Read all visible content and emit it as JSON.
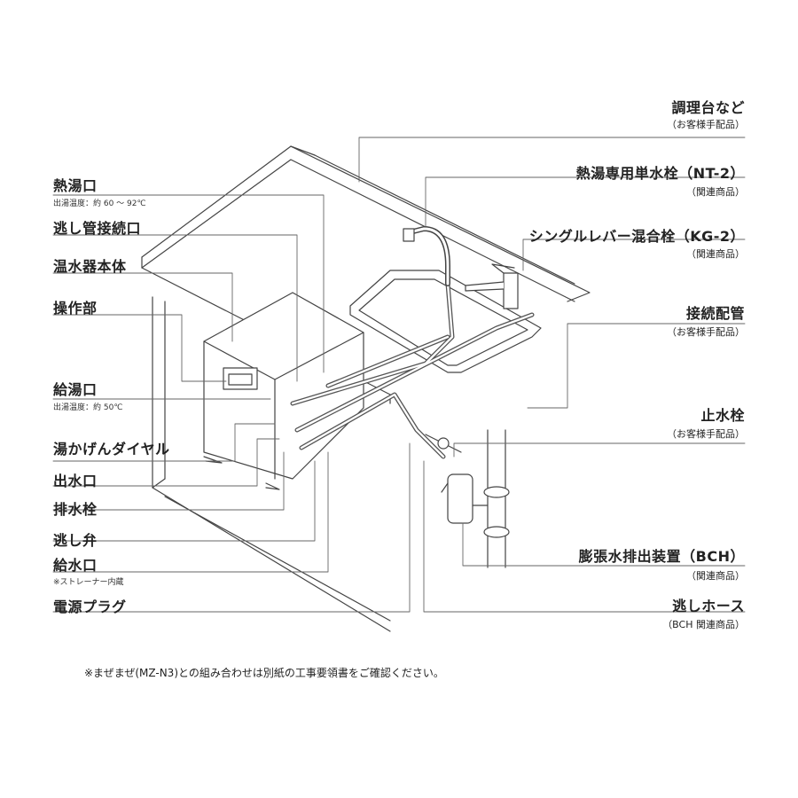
{
  "left_labels": [
    {
      "text": "熱湯口",
      "note": "出湯温度：約 60 ～ 92℃"
    },
    {
      "text": "逃し管接続口"
    },
    {
      "text": "温水器本体"
    },
    {
      "text": "操作部"
    },
    {
      "text": "給湯口",
      "note": "出湯温度：約 50℃"
    },
    {
      "text": "湯かげんダイヤル"
    },
    {
      "text": "出水口"
    },
    {
      "text": "排水栓"
    },
    {
      "text": "逃し弁"
    },
    {
      "text": "給水口",
      "note": "※ストレーナー内蔵"
    },
    {
      "text": "電源プラグ"
    }
  ],
  "right_labels": [
    {
      "text": "調理台など",
      "sub": "（お客様手配品）"
    },
    {
      "text": "熱湯専用単水栓（NT-2）",
      "sub": "（関連商品）"
    },
    {
      "text": "シングルレバー混合栓（KG-2）",
      "sub": "（関連商品）"
    },
    {
      "text": "接続配管",
      "sub": "（お客様手配品）"
    },
    {
      "text": "止水栓",
      "sub": "（お客様手配品）"
    },
    {
      "text": "膨張水排出装置（BCH）",
      "sub": "（関連商品）"
    },
    {
      "text": "逃しホース",
      "sub": "（BCH 関連商品）"
    }
  ],
  "footnote": "※まぜまぜ(MZ-N3)との組み合わせは別紙の工事要領書をご確認ください。"
}
